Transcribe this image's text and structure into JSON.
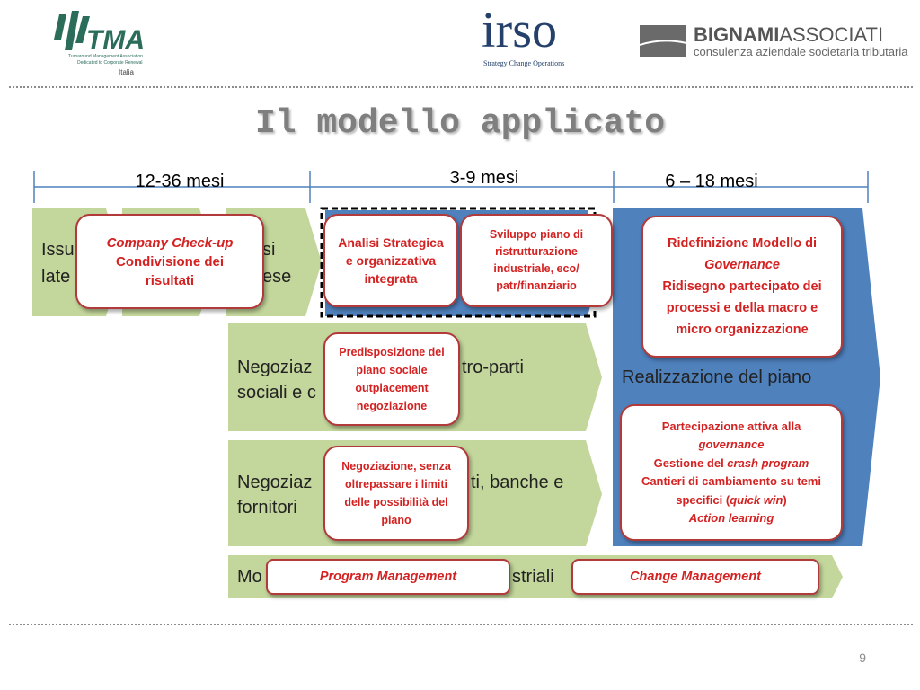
{
  "logos": {
    "tma": {
      "text": "TMA",
      "line1": "Turnaround Management Association",
      "line2": "Dedicated to Corporate Renewal",
      "country": "Italia"
    },
    "irso": {
      "text": "irso",
      "tagline": "Strategy Change Operations"
    },
    "bignami": {
      "bold": "BIGNAMI",
      "light": "ASSOCIATI",
      "tagline": "consulenza aziendale societaria tributaria"
    }
  },
  "title": "Il modello applicato",
  "periods": [
    "12-36 mesi",
    "3-9 mesi",
    "6 – 18 mesi"
  ],
  "arrows": {
    "row1_left": [
      "Issu",
      "late"
    ],
    "row1_mid": [
      "si",
      "ese"
    ],
    "row2": [
      "Negoziaz",
      "sociali e c",
      "tro-parti"
    ],
    "row3": [
      "Negoziaz",
      "fornitori",
      "ti, banche e"
    ],
    "row4": [
      "Mo",
      "striali"
    ],
    "blue": "Realizzazione del piano"
  },
  "boxes": {
    "company_checkup": {
      "line1": "Company Check-up",
      "line2": "Condivisione dei risultati"
    },
    "analisi": "Analisi Strategica e organizzativa integrata",
    "sviluppo": "Sviluppo piano di ristrutturazione industriale, eco/ patr/finanziario",
    "ridefinizione": {
      "a": "Ridefinizione Modello di ",
      "b": "Governance",
      "c": "Ridisegno partecipato dei processi e della macro e micro organizzazione"
    },
    "predisposizione": "Predisposizione del piano sociale outplacement negoziazione",
    "partecipazione": {
      "a": "Partecipazione attiva alla ",
      "b": "governance",
      "c": "Gestione del ",
      "d": "crash program",
      "e": "Cantieri di cambiamento su temi specifici (",
      "f": "quick win",
      "g": ")",
      "h": "Action learning"
    },
    "negoziazione": "Negoziazione, senza oltrepassare i limiti delle possibilità del piano",
    "program": "Program Management",
    "change": "Change Management"
  },
  "page_number": "9",
  "colors": {
    "green": "#c3d69b",
    "blue": "#4f81bd",
    "red_text": "#d42222",
    "border": "#b33a3a"
  }
}
